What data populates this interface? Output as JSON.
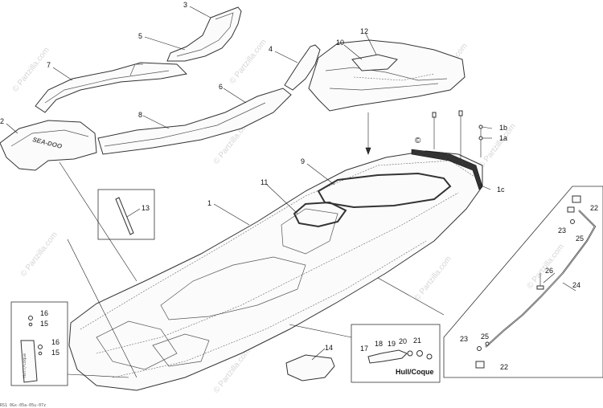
{
  "watermark": "© Partzilla.com",
  "copyright_tag": "©",
  "brand_on_seat": "SEA-DOO",
  "hull_label": "Hull/Coque",
  "drawing_code": "RS1 0Gx-05a-05u-07z",
  "callouts": {
    "c1": "1",
    "c1a": "1a",
    "c1b": "1b",
    "c1c": "1c",
    "c2": "2",
    "c3": "3",
    "c4": "4",
    "c5": "5",
    "c6": "6",
    "c7": "7",
    "c8": "8",
    "c9": "9",
    "c10": "10",
    "c11": "11",
    "c12": "12",
    "c13": "13",
    "c14": "14",
    "c15a": "15",
    "c15b": "15",
    "c16a": "16",
    "c16b": "16",
    "c17": "17",
    "c18": "18",
    "c19": "19",
    "c20": "20",
    "c21": "21",
    "c22a": "22",
    "c22b": "22",
    "c23a": "23",
    "c23b": "23",
    "c24": "24",
    "c25a": "25",
    "c25b": "25",
    "c26": "26"
  }
}
